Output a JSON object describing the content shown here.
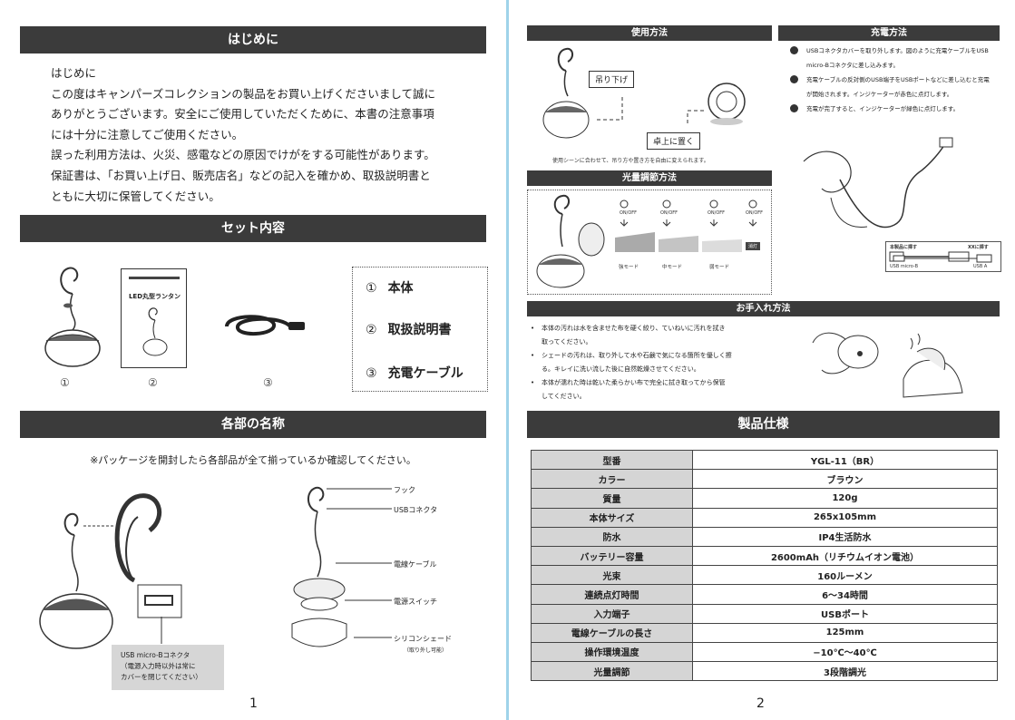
{
  "page1": {
    "intro_title": "はじめに",
    "intro_lines": [
      "はじめに",
      "この度はキャンパーズコレクションの製品をお買い上げくださいまして誠に",
      "ありがとうございます。安全にご使用していただくために、本書の注意事項",
      "には十分に注意してご使用ください。",
      "誤った利用方法は、火災、感電などの原因でけがをする可能性があります。",
      "保証書は、「お買い上げ日、販売店名」などの記入を確かめ、取扱説明書と",
      "ともに大切に保管してください。"
    ],
    "set_title": "セット内容",
    "manual_cover_title": "LED丸型ランタン",
    "set_numbers": [
      "①",
      "②",
      "③"
    ],
    "set_items": [
      {
        "num": "①",
        "label": "本体"
      },
      {
        "num": "②",
        "label": "取扱説明書"
      },
      {
        "num": "③",
        "label": "充電ケーブル"
      }
    ],
    "parts_title": "各部の名称",
    "parts_note": "※パッケージを開封したら各部品が全て揃っているか確認してください。",
    "callouts": [
      "フック",
      "USBコネクタ",
      "電線ケーブル",
      "電源スイッチ",
      "シリコンシェード"
    ],
    "callout_sub": "（取り外し可能）",
    "usb_box_lines": [
      "USB micro-Bコネクタ",
      "（電源入力時以外は常に",
      "カバーを閉じてください）"
    ],
    "page_number": "1"
  },
  "page2": {
    "usage_title": "使用方法",
    "usage_tags": [
      "吊り下げ",
      "卓上に置く"
    ],
    "usage_caption": "使用シーンに合わせて、吊り方や置き方を自由に変えられます。",
    "light_title": "光量調節方法",
    "light_steps": [
      "強モード",
      "中モード",
      "弱モード"
    ],
    "light_off": "消灯",
    "onoff_labels": [
      "ON/OFF",
      "ON/OFF",
      "ON/OFF",
      "ON/OFF"
    ],
    "charge_title": "充電方法",
    "charge_steps": [
      "USBコネクタカバーを取り外します。図のように充電ケーブルをUSB",
      "micro-Bコネクタに差し込みます。",
      "充電ケーブルの反対側のUSB端子をUSBポートなどに差し込むと充電",
      "が開始されます。インジケーターが赤色に点灯します。",
      "充電が完了すると、インジケーターが緑色に点灯します。"
    ],
    "cable_labels": [
      "本製品に挿す",
      "XXに挿す",
      "USB micro-B",
      "USB A"
    ],
    "care_title": "お手入れ方法",
    "care_items": [
      "本体の汚れは水を含ませた布を硬く絞り、ていねいに汚れを拭き",
      "取ってください。",
      "シェードの汚れは、取り外して水や石鹸で気になる箇所を優しく擦",
      "る。キレイに洗い流した後に自然乾燥させてください。",
      "本体が濡れた時は乾いた柔らかい布で完全に拭き取ってから保管",
      "してください。"
    ],
    "spec_title": "製品仕様",
    "spec_rows": [
      {
        "k": "型番",
        "v": "YGL-11（BR）"
      },
      {
        "k": "カラー",
        "v": "ブラウン"
      },
      {
        "k": "質量",
        "v": "120g"
      },
      {
        "k": "本体サイズ",
        "v": "265x105mm"
      },
      {
        "k": "防水",
        "v": "IP4生活防水"
      },
      {
        "k": "バッテリー容量",
        "v": "2600mAh（リチウムイオン電池）"
      },
      {
        "k": "光束",
        "v": "160ルーメン"
      },
      {
        "k": "連続点灯時間",
        "v": "6〜34時間"
      },
      {
        "k": "入力端子",
        "v": "USBポート"
      },
      {
        "k": "電線ケーブルの長さ",
        "v": "125mm"
      },
      {
        "k": "操作環境温度",
        "v": "−10℃〜40℃"
      },
      {
        "k": "光量調節",
        "v": "3段階調光"
      }
    ],
    "page_number": "2"
  },
  "colors": {
    "bar": "#3b3b3b",
    "divider": "#9fd3ea",
    "table_key": "#d5d5d5"
  }
}
